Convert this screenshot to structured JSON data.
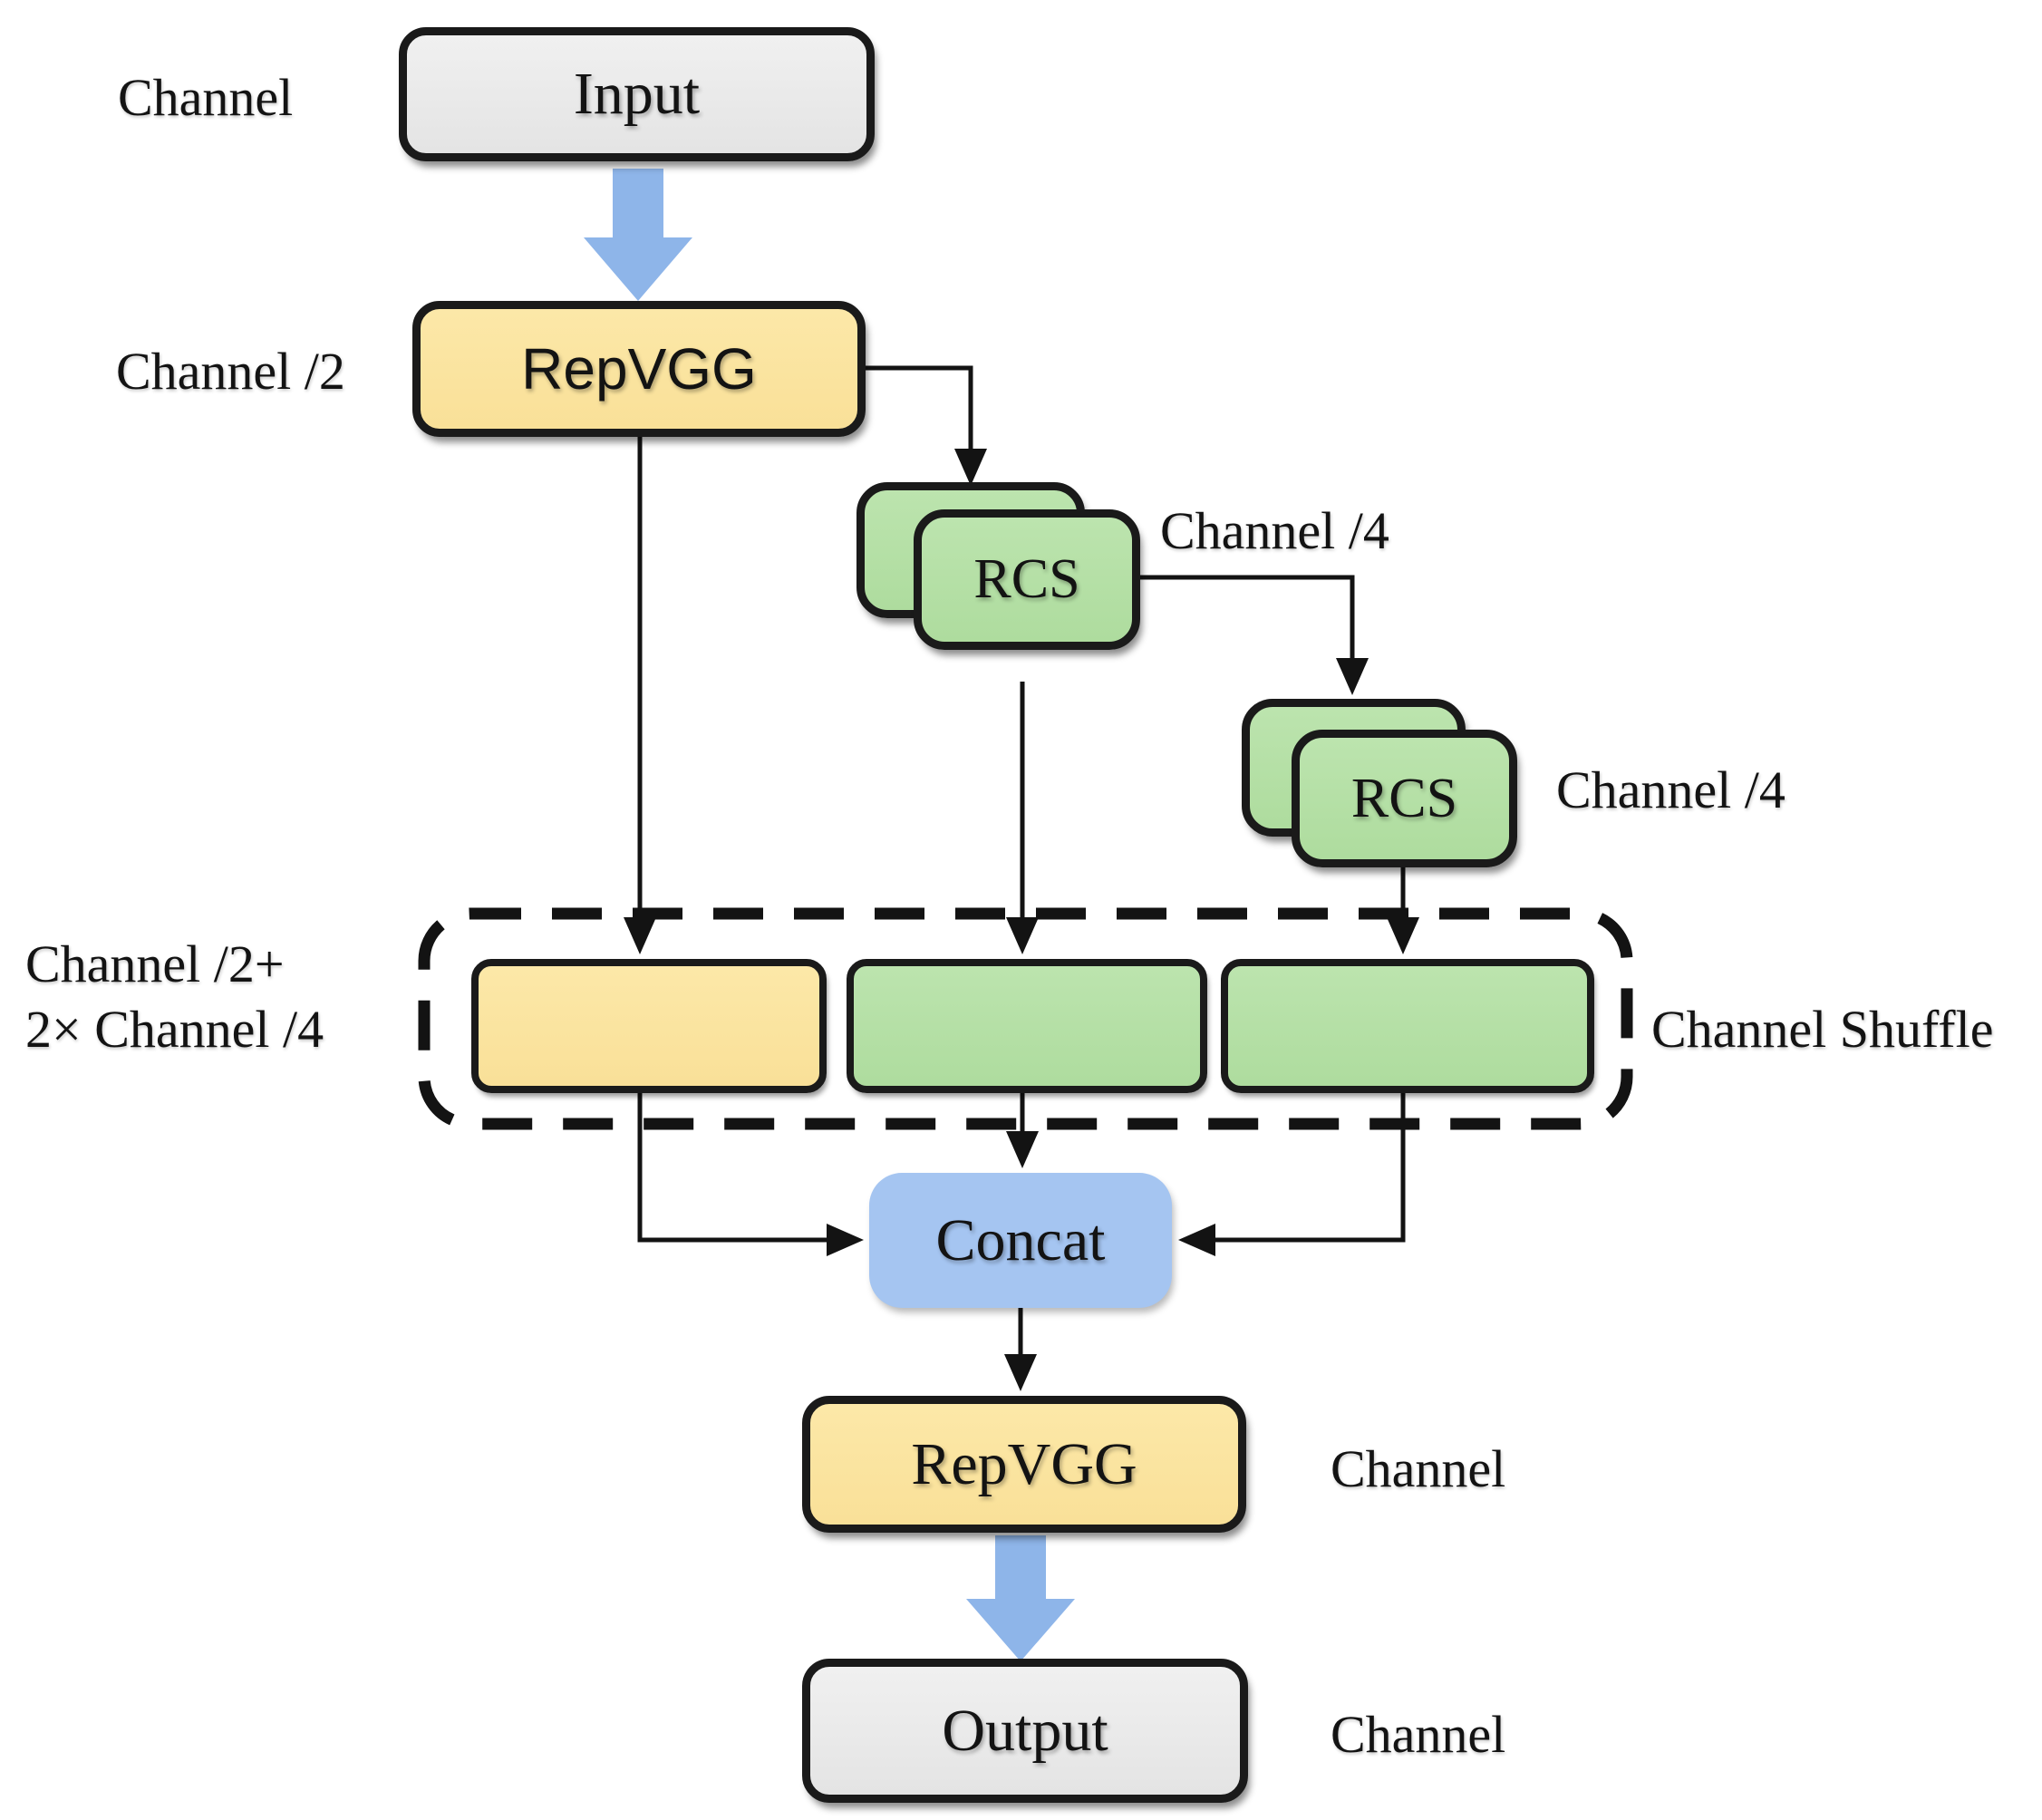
{
  "diagram": {
    "title_hint": "RCS module with channel shuffle flow diagram",
    "nodes": {
      "input": "Input",
      "repvgg_top": "RepVGG",
      "rcs_top": "RCS",
      "rcs_bottom": "RCS",
      "concat": "Concat",
      "repvgg_bottom": "RepVGG",
      "output": "Output"
    },
    "labels": {
      "channel_input": "Channel",
      "channel_div2": "Channel /2",
      "channel_div4_first": "Channel /4",
      "channel_div4_second": "Channel /4",
      "shuffle_sum_line1": "Channel /2+",
      "shuffle_sum_line2": "2× Channel /4",
      "channel_shuffle": "Channel Shuffle",
      "channel_repvgg_bottom": "Channel",
      "channel_output": "Channel"
    },
    "colors": {
      "gray_fill": "#e9e9e9",
      "yellow_fill": "#fae5a0",
      "green_fill": "#b6e0a6",
      "concat_blue": "#a5c5f1",
      "arrow_blue": "#8eb5e9",
      "line": "#131313"
    }
  }
}
